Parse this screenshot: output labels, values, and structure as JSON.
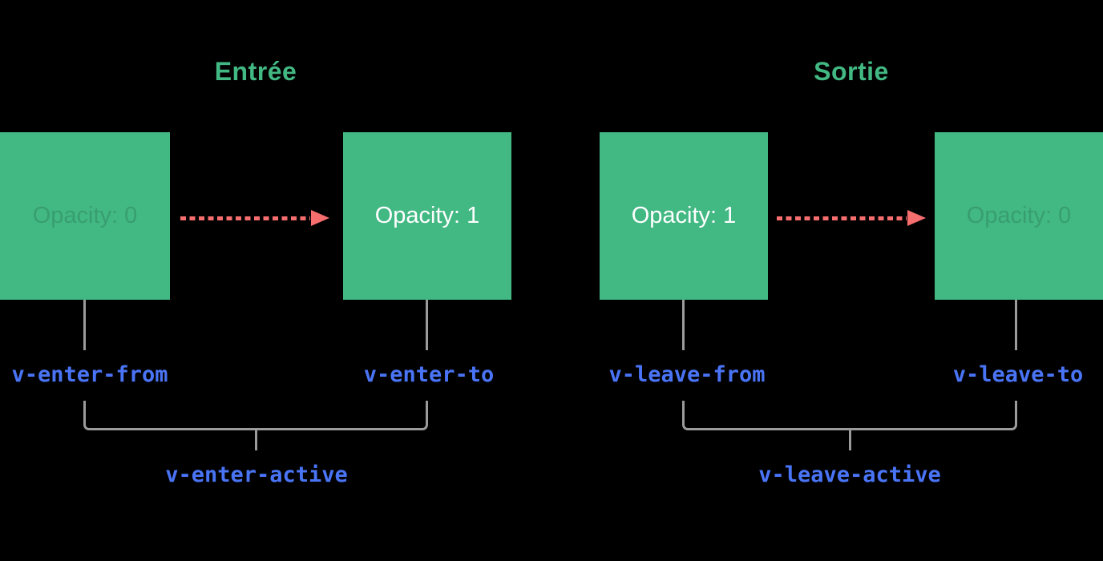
{
  "sections": [
    {
      "title": "Entrée",
      "from_box": {
        "label": "Opacity: 0",
        "faded": true
      },
      "to_box": {
        "label": "Opacity: 1",
        "faded": false
      },
      "from_class": "v-enter-from",
      "to_class": "v-enter-to",
      "active_class": "v-enter-active"
    },
    {
      "title": "Sortie",
      "from_box": {
        "label": "Opacity: 1",
        "faded": false
      },
      "to_box": {
        "label": "Opacity: 0",
        "faded": true
      },
      "from_class": "v-leave-from",
      "to_class": "v-leave-to",
      "active_class": "v-leave-active"
    }
  ],
  "icons": {
    "transition_arrow": "dashed-arrow-right-icon"
  },
  "colors": {
    "background": "#000000",
    "box_green": "#42b883",
    "title_green": "#42b883",
    "arrow_red": "#f76e6e",
    "connector_gray": "#9b9b9b",
    "class_label_blue": "#4a74f6",
    "box_text_white": "#ffffff"
  }
}
